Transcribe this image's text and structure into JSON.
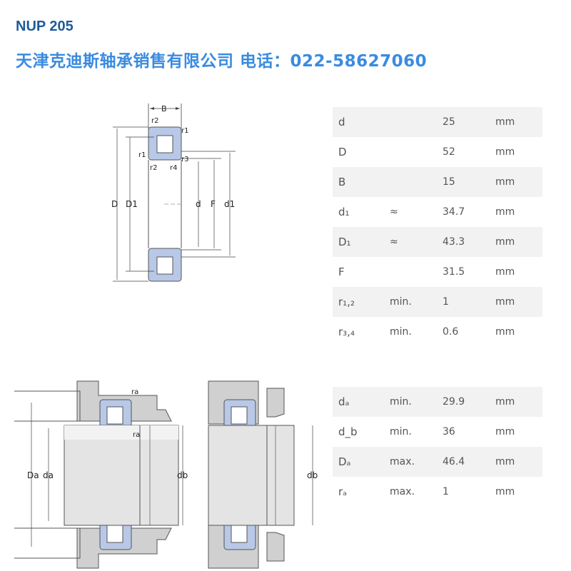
{
  "header": {
    "title": "NUP 205",
    "company_line": "天津克迪斯轴承销售有限公司  电话：022-58627060"
  },
  "dimensions": [
    {
      "sym": "d",
      "qual": "",
      "val": "25",
      "unit": "mm"
    },
    {
      "sym": "D",
      "qual": "",
      "val": "52",
      "unit": "mm"
    },
    {
      "sym": "B",
      "qual": "",
      "val": "15",
      "unit": "mm"
    },
    {
      "sym": "d₁",
      "qual": "≈",
      "val": "34.7",
      "unit": "mm"
    },
    {
      "sym": "D₁",
      "qual": "≈",
      "val": "43.3",
      "unit": "mm"
    },
    {
      "sym": "F",
      "qual": "",
      "val": "31.5",
      "unit": "mm"
    },
    {
      "sym": "r₁,₂",
      "qual": "min.",
      "val": "1",
      "unit": "mm"
    },
    {
      "sym": "r₃,₄",
      "qual": "min.",
      "val": "0.6",
      "unit": "mm"
    }
  ],
  "abutment": [
    {
      "sym": "dₐ",
      "qual": "min.",
      "val": "29.9",
      "unit": "mm"
    },
    {
      "sym": "d_b",
      "qual": "min.",
      "val": "36",
      "unit": "mm"
    },
    {
      "sym": "Dₐ",
      "qual": "max.",
      "val": "46.4",
      "unit": "mm"
    },
    {
      "sym": "rₐ",
      "qual": "max.",
      "val": "1",
      "unit": "mm"
    }
  ],
  "diagram_labels": {
    "B": "B",
    "r1": "r1",
    "r2": "r2",
    "r3": "r3",
    "r4": "r4",
    "D": "D",
    "D1": "D1",
    "d": "d",
    "F": "F",
    "d1": "d1",
    "Da": "Da",
    "da": "da",
    "db": "db",
    "ra": "ra"
  },
  "colors": {
    "title": "#1f5a99",
    "company_line": "#3a8be0",
    "bearing_fill": "#b8c8e6",
    "housing_fill": "#d0d0d0",
    "shaft_fill": "#e4e4e4"
  }
}
